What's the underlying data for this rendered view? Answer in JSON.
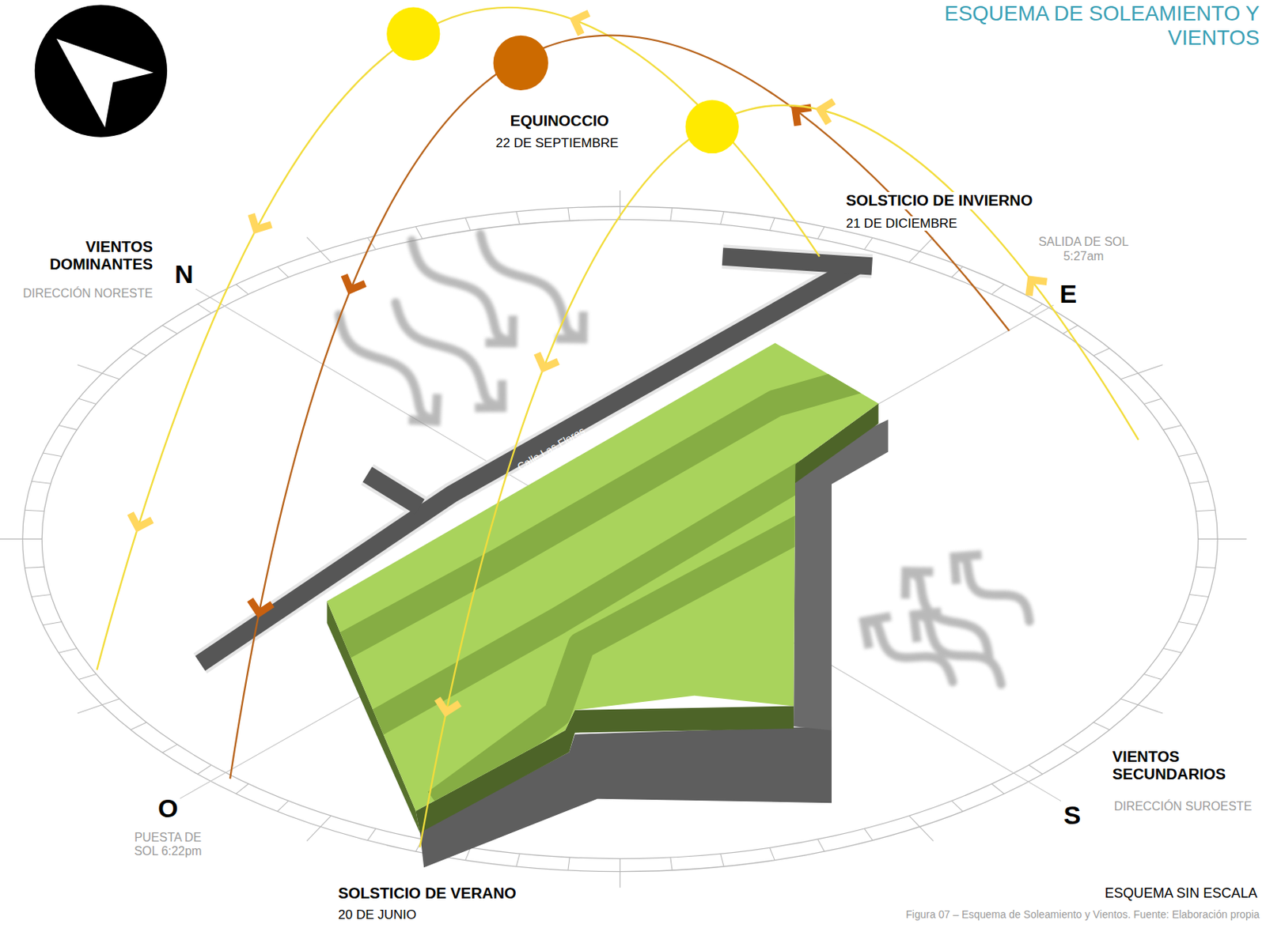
{
  "diagram": {
    "title": "ESQUEMA DE SOLEAMIENTO Y VIENTOS",
    "caption": "Figura 07 – Esquema de Soleamiento y Vientos. Fuente: Elaboración propia",
    "labels": [
      "EQUINOCCIO",
      "22 DE SEPTIEMBRE",
      "SOLSTICIO DE INVIERNO",
      "21 DE DICIEMBRE",
      "VIENTOS DOMINANTES",
      "DIRECCIÓN NORESTE",
      "N",
      "SALIDA DE SOL 5:27am",
      "E",
      "Calle Las Flores",
      "O",
      "PUESTA DE SOL 6:22pm",
      "SOLSTICIO DE VERANO",
      "20 DE JUNIO",
      "VIENTOS SECUNDARIOS",
      "DIRECCIÓN SUROESTE",
      "S",
      "ESQUEMA SIN ESCALA"
    ]
  }
}
